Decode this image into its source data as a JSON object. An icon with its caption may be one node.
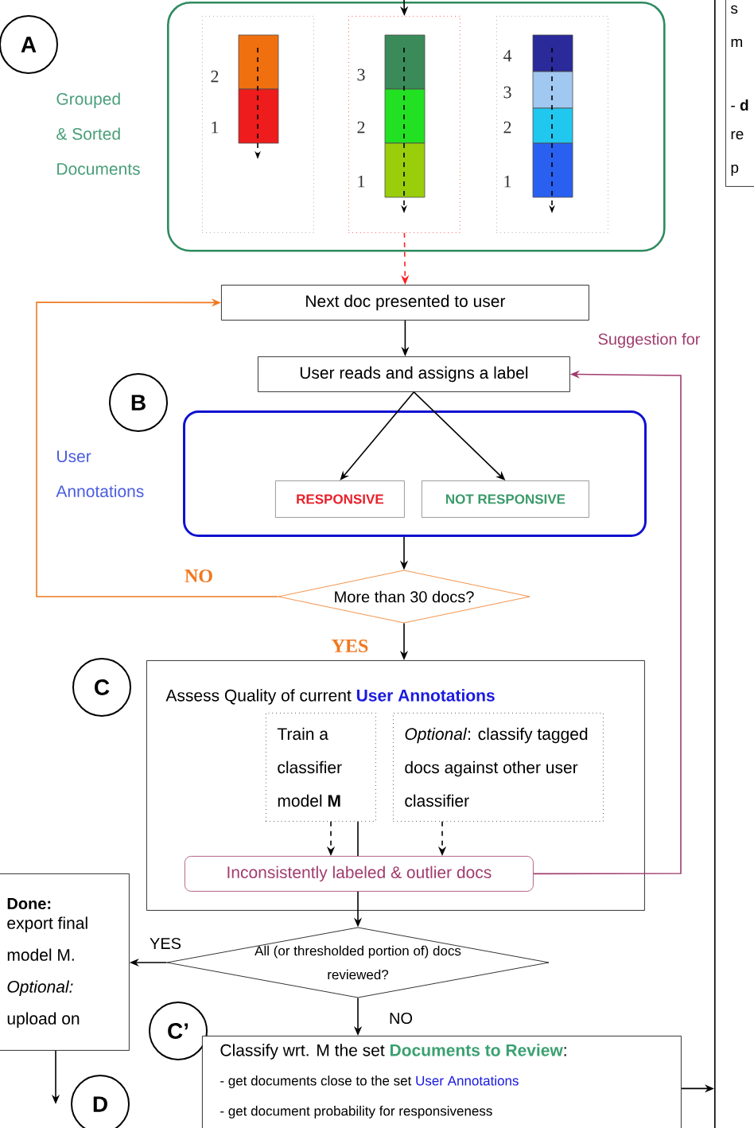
{
  "diagram": {
    "nodes": [
      {
        "text": [
          "A"
        ]
      },
      {
        "text": [
          "Grouped & Sorted Documents"
        ]
      },
      {
        "text": [],
        "shape": "box",
        "in": 1
      },
      {
        "text": [],
        "shape": "box",
        "in": 1
      },
      {
        "text": [],
        "shape": "box",
        "in": 1
      },
      {
        "text": [
          "Next doc presented to user"
        ]
      },
      {
        "text": [
          "User reads and assigns a label"
        ]
      },
      {
        "text": [
          "B"
        ]
      },
      {
        "text": [
          "User Annotations"
        ]
      },
      {
        "text": [
          "RESPONSIVE"
        ],
        "in": 8
      },
      {
        "text": [
          "NOT RESPONSIVE"
        ],
        "in": 8
      },
      {
        "text": [
          "More than 30 docs?"
        ]
      },
      {
        "text": [
          "C"
        ]
      },
      {
        "text": [
          "Assess Quality of current **User Annotations**"
        ]
      },
      {
        "text": [
          "Train a classifier model **M**"
        ],
        "in": 13
      },
      {
        "text": [
          "*Optional*: classify tagged docs against other user classifier"
        ],
        "in": 13
      },
      {
        "text": [
          "Inconsistently labeled & outlier docs"
        ],
        "in": 13
      },
      {
        "text": [
          "Done:",
          "export final model M. *Optional:* upload on"
        ]
      },
      {
        "text": [
          "All (or thresholded portion of) docs reviewed?"
        ]
      },
      {
        "text": [
          "C’"
        ]
      },
      {
        "text": [
          "Classify wrt. M the set **Documents to Review**:",
          "- get documents close to the set",
          "User Annotations",
          "- get document probability for responsiveness"
        ]
      },
      {
        "text": [
          "D"
        ]
      },
      {
        "text": [],
        "shape": "box"
      },
      {
        "text": [
          "s",
          "m",
          "- **d**",
          "re",
          "p"
        ],
        "in": 22
      }
    ],
    "edges": [
      {
        "from": null,
        "to": 3,
        "arrow": "to"
      },
      {
        "from": 3,
        "to": 5,
        "arrow": "to",
        "style": "dashed",
        "color": "#ff2020"
      },
      {
        "from": 5,
        "to": 6,
        "arrow": "to"
      },
      {
        "from": 6,
        "to": 9,
        "arrow": "to"
      },
      {
        "from": 6,
        "to": 10,
        "arrow": "to"
      },
      {
        "from": 8,
        "to": 11,
        "arrow": "to"
      },
      {
        "from": 11,
        "to": 5,
        "arrow": "to",
        "label": "NO",
        "color": "#f07820"
      },
      {
        "from": 11,
        "to": 13,
        "arrow": "to",
        "label": "YES"
      },
      {
        "from": 14,
        "to": 16,
        "arrow": "to",
        "style": "dashed"
      },
      {
        "from": 15,
        "to": 16,
        "arrow": "to",
        "style": "dashed"
      },
      {
        "from": 14,
        "to": 16,
        "arrow": "none"
      },
      {
        "from": 16,
        "to": 18,
        "arrow": "to"
      },
      {
        "from": 16,
        "to": 6,
        "arrow": "to",
        "label": "Suggestion for",
        "color": "#a03c6e"
      },
      {
        "from": 18,
        "to": 17,
        "arrow": "to",
        "label": "YES"
      },
      {
        "from": 18,
        "to": 20,
        "arrow": "to",
        "label": "NO"
      },
      {
        "from": 17,
        "to": 21,
        "arrow": "to"
      },
      {
        "from": 20,
        "to": 22,
        "arrow": "to"
      }
    ],
    "labels": [
      "2",
      "1",
      "3",
      "2",
      "1",
      "4",
      "3",
      "2",
      "1"
    ]
  }
}
